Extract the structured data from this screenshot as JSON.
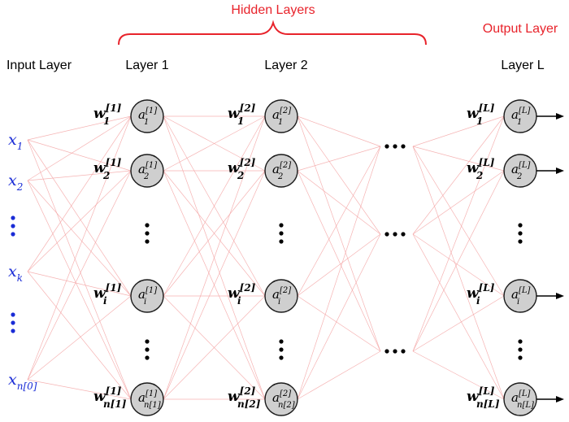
{
  "headers": {
    "hidden": "Hidden Layers",
    "output": "Output Layer",
    "input": "Input Layer",
    "layer1": "Layer 1",
    "layer2": "Layer 2",
    "layerL": "Layer L"
  },
  "inputs": [
    {
      "base": "x",
      "sub": "1"
    },
    {
      "base": "x",
      "sub": "2"
    },
    {
      "base": "x",
      "sub": "k"
    },
    {
      "base": "x",
      "sub": "n[0]"
    }
  ],
  "layers": [
    {
      "sup": "[1]",
      "neurons": [
        {
          "w_sub": "1",
          "a_sub": "1"
        },
        {
          "w_sub": "2",
          "a_sub": "2"
        },
        {
          "w_sub": "i",
          "a_sub": "i"
        },
        {
          "w_sub": "n[1]",
          "a_sub": "n[1]"
        }
      ]
    },
    {
      "sup": "[2]",
      "neurons": [
        {
          "w_sub": "1",
          "a_sub": "1"
        },
        {
          "w_sub": "2",
          "a_sub": "2"
        },
        {
          "w_sub": "i",
          "a_sub": "i"
        },
        {
          "w_sub": "n[2]",
          "a_sub": "n[2]"
        }
      ]
    },
    {
      "sup": "[L]",
      "neurons": [
        {
          "w_sub": "1",
          "a_sub": "1"
        },
        {
          "w_sub": "2",
          "a_sub": "2"
        },
        {
          "w_sub": "i",
          "a_sub": "i"
        },
        {
          "w_sub": "n[L]",
          "a_sub": "n[L]"
        }
      ]
    }
  ],
  "symbols": {
    "w": "w",
    "a": "a"
  },
  "colors": {
    "connection": "#f4a6a6",
    "neuron_fill": "#cfcfcf",
    "input_text": "#1a2cd6",
    "hidden_label": "#e8232b"
  }
}
